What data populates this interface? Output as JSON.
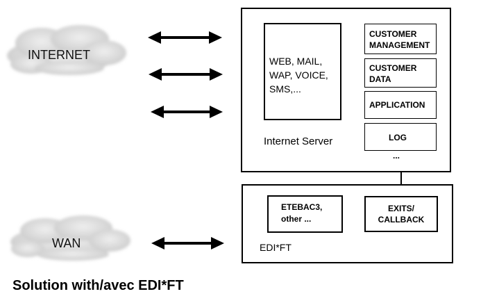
{
  "clouds": {
    "internet_label": "INTERNET",
    "wan_label": "WAN"
  },
  "internet_server": {
    "label": "Internet Server",
    "channels": [
      "WEB, MAIL,",
      "WAP, VOICE,",
      "SMS,..."
    ],
    "modules": {
      "customer_management": [
        "CUSTOMER",
        "MANAGEMENT"
      ],
      "customer_data": [
        "CUSTOMER",
        "DATA"
      ],
      "application": "APPLICATION",
      "log": "LOG"
    },
    "ellipsis": "..."
  },
  "edift": {
    "label": "EDI*FT",
    "protocols": [
      "ETEBAC3,",
      "other ..."
    ],
    "exits": [
      "EXITS/",
      "CALLBACK"
    ]
  },
  "footer": {
    "caption": "Solution with/avec EDI*FT"
  }
}
